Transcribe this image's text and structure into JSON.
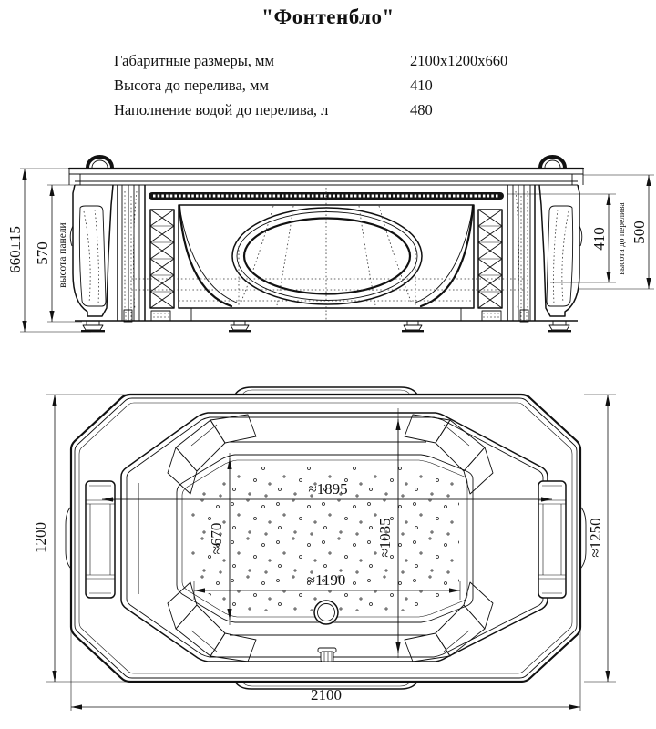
{
  "title": "\"Фонтенбло\"",
  "specs": [
    {
      "label": "Габаритные размеры, мм",
      "value": "2100x1200x660"
    },
    {
      "label": "Высота до перелива, мм",
      "value": "410"
    },
    {
      "label": "Наполнение водой до перелива, л",
      "value": "480"
    }
  ],
  "front_view": {
    "overall_height": "660±15",
    "panel_height": "570",
    "panel_height_label": "высота панели",
    "overflow_height": "410",
    "overflow_height_label": "высота до перелива",
    "rim_height": "500"
  },
  "top_view": {
    "width": "1200",
    "width_overall": "≈1250",
    "length": "2100",
    "inner_length": "≈1895",
    "inner_width_left": "≈670",
    "inner_width_right": "≈1035",
    "inner_length_floor": "≈1190"
  }
}
